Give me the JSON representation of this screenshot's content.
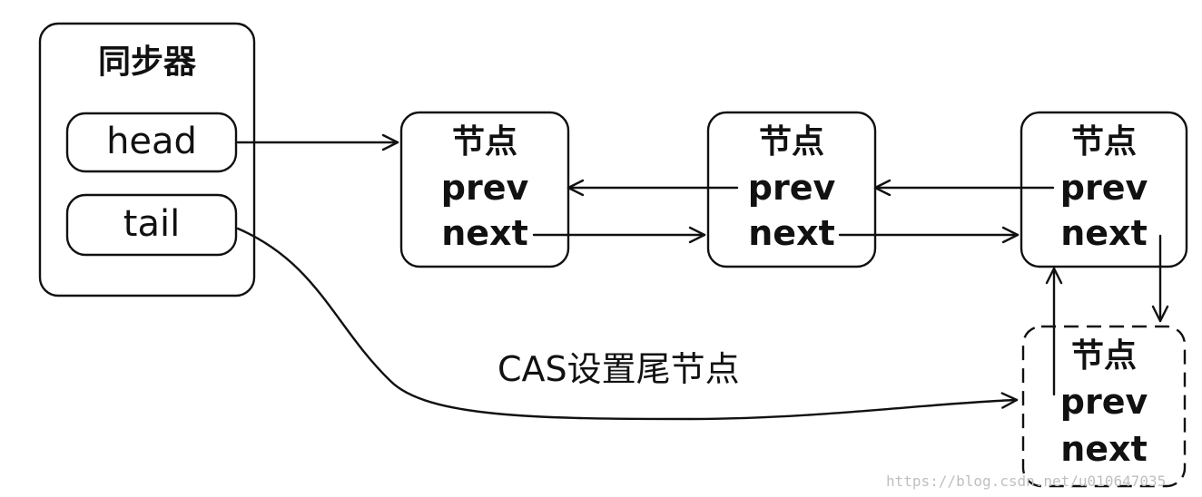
{
  "synchronizer": {
    "title": "同步器",
    "head_label": "head",
    "tail_label": "tail"
  },
  "nodes": [
    {
      "title": "节点",
      "prev_label": "prev",
      "next_label": "next"
    },
    {
      "title": "节点",
      "prev_label": "prev",
      "next_label": "next"
    },
    {
      "title": "节点",
      "prev_label": "prev",
      "next_label": "next"
    },
    {
      "title": "节点",
      "prev_label": "prev",
      "next_label": "next"
    }
  ],
  "cas_label": "CAS设置尾节点",
  "watermark": "https://blog.csdn.net/u010647035"
}
